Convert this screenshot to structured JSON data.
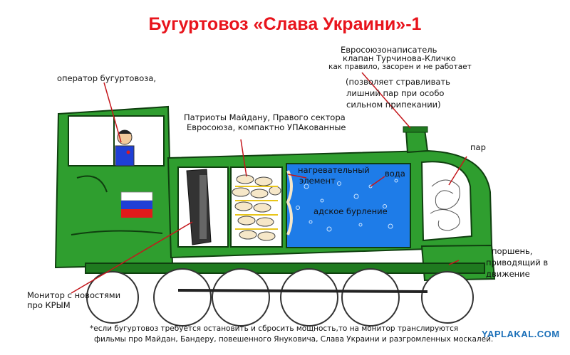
{
  "title": "Бугуртовоз «Слава Украини»-1",
  "labels": {
    "operator": "оператор бугуртовоза,",
    "valve_line1": "Евросоюзонаписатель",
    "valve_line2": "клапан Турчинова-Кличко",
    "valve_line3": "как правило, засорен и не работает",
    "valve_note_line1": "(позволяет стравливать",
    "valve_note_line2": "лишний пар при особо",
    "valve_note_line3": "сильном припекании)",
    "patriots_line1": "Патриоты Майдану, Правого сектора",
    "patriots_line2": "Евросоюза, компактно УПАкованные",
    "steam": "пар",
    "heating_line1": "нагревательный",
    "heating_line2": "элемент",
    "water": "вода",
    "boiling": "адское бурление",
    "piston_line1": "поршень,",
    "piston_line2": "приводящий в",
    "piston_line3": "движение",
    "monitor_line1": "Монитор с новостями",
    "monitor_line2": "про КРЫМ",
    "footnote_line1": "*если бугуртовоз требуется остановить и сбросить мощность,то на монитор транслируются",
    "footnote_line2": "фильмы про Майдан, Бандеру, повешенного Януковича, Слава Украини и разгромленных москалей."
  },
  "watermark": "YAPLAKAL.COM",
  "colors": {
    "title": "#e8141c",
    "body": "#2f9e2f",
    "body_dark": "#1f7a1f",
    "water": "#1e7ce8",
    "wheel": "#ffffff",
    "flag_white": "#ffffff",
    "flag_blue": "#1f3fd6",
    "flag_red": "#e01b1b"
  }
}
